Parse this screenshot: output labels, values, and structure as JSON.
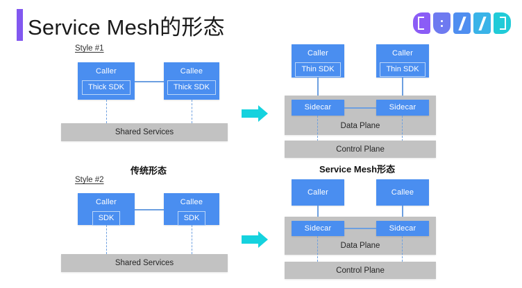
{
  "header": {
    "title": "Service Mesh的形态",
    "accent_color": "#8258f0"
  },
  "logo": {
    "name": "dubbo-logo",
    "letters": [
      "D",
      "U",
      "B",
      "B",
      "O"
    ],
    "gradient_from": "#8b5cf6",
    "gradient_to": "#21cbd8"
  },
  "section_labels": {
    "left": "传统形态",
    "right": "Service Mesh形态"
  },
  "arrows": {
    "color": "#15d2de",
    "top_label": "",
    "bottom_label": ""
  },
  "colors": {
    "box_blue": "#4a8ef0",
    "bar_gray": "#c2c2c2",
    "line_blue": "#6c9fe0"
  },
  "panels": {
    "top_left": {
      "style_label": "Style #1",
      "boxes": [
        {
          "title": "Caller",
          "sdk": "Thick SDK"
        },
        {
          "title": "Callee",
          "sdk": "Thick SDK"
        }
      ],
      "bar": "Shared Services"
    },
    "top_right": {
      "boxes": [
        {
          "title": "Caller",
          "sdk": "Thin SDK"
        },
        {
          "title": "Caller",
          "sdk": "Thin SDK"
        }
      ],
      "sidecars": [
        "Sidecar",
        "Sidecar"
      ],
      "data_plane": "Data Plane",
      "control_plane": "Control Plane"
    },
    "bottom_left": {
      "style_label": "Style #2",
      "boxes": [
        {
          "title": "Caller",
          "sdk": "SDK"
        },
        {
          "title": "Callee",
          "sdk": "SDK"
        }
      ],
      "bar": "Shared Services"
    },
    "bottom_right": {
      "boxes": [
        {
          "title": "Caller"
        },
        {
          "title": "Callee"
        }
      ],
      "sidecars": [
        "Sidecar",
        "Sidecar"
      ],
      "data_plane": "Data Plane",
      "control_plane": "Control Plane"
    }
  }
}
